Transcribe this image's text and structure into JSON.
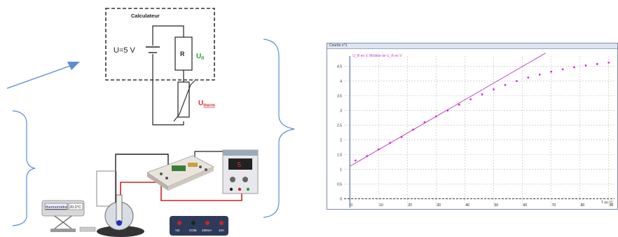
{
  "circuit": {
    "box_title": "Calculateur",
    "source_label": "U=5 V",
    "resistor_label": "R",
    "ur_label": "U",
    "ur_sub": "R",
    "utherm_label": "U",
    "utherm_sub": "therm"
  },
  "equipment": {
    "thermometer_label": "thermomètre",
    "thermometer_value": "20.0°C",
    "supply_display": "5",
    "multimeter_labels": [
      "VΩ",
      "COM",
      "400mA",
      "10A"
    ]
  },
  "chart_data": {
    "type": "scatter",
    "title": "",
    "window_title": "Courbe n°1",
    "legend": "U_R en V, Modèle de U_R en V",
    "xlabel": "T en °C",
    "ylabel": "",
    "xlim": [
      -2,
      92
    ],
    "ylim": [
      -0.3,
      4.85
    ],
    "xticks": [
      0,
      10,
      20,
      30,
      40,
      50,
      60,
      70,
      80,
      90
    ],
    "yticks": [
      0,
      0.5,
      1,
      1.5,
      2,
      2.5,
      3,
      3.5,
      4,
      4.5
    ],
    "grid": true,
    "colors": {
      "points": "#e020e0",
      "model": "#b040c0",
      "axes": "#2244aa"
    },
    "series": [
      {
        "name": "U_R en V",
        "x": [
          2,
          6,
          10,
          14,
          18,
          22,
          26,
          30,
          34,
          38,
          42,
          46,
          50,
          54,
          58,
          62,
          66,
          70,
          74,
          78,
          82,
          86,
          90
        ],
        "y": [
          1.3,
          1.45,
          1.68,
          1.9,
          2.1,
          2.35,
          2.6,
          2.8,
          3.0,
          3.2,
          3.38,
          3.55,
          3.72,
          3.87,
          4.0,
          4.12,
          4.22,
          4.32,
          4.4,
          4.47,
          4.53,
          4.58,
          4.63
        ]
      },
      {
        "name": "Modèle de U_R en V",
        "x": [
          0,
          68
        ],
        "y": [
          1.1,
          4.95
        ]
      }
    ]
  }
}
